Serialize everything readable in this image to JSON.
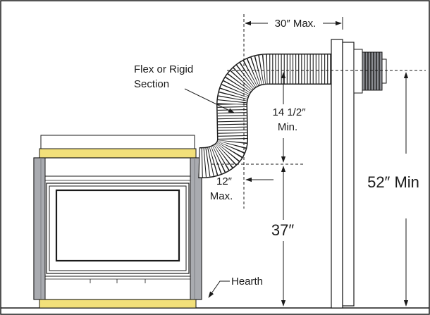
{
  "labels": {
    "flex_line1": "Flex or Rigid",
    "flex_line2": "Section",
    "max30": "30″ Max.",
    "min14_line1": "14 1/2″",
    "min14_line2": "Min.",
    "max12_line1": "12″",
    "max12_line2": "Max.",
    "dim37": "37″",
    "min52": "52″ Min",
    "hearth": "Hearth"
  },
  "colors": {
    "hearth_strip": "#f2e07a",
    "frame_grey": "#a9abb0",
    "line": "#1a1a1a"
  }
}
